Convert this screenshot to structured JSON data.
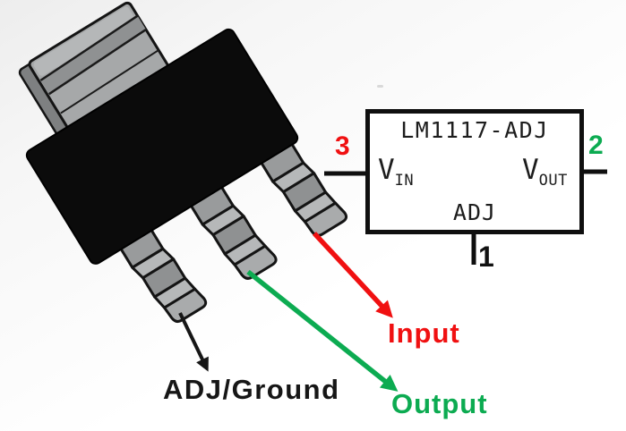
{
  "labels": {
    "adj_ground": "ADJ/Ground",
    "input": "Input",
    "output": "Output"
  },
  "schematic": {
    "title": "LM1117-ADJ",
    "pins": [
      {
        "number": "1",
        "label": "ADJ"
      },
      {
        "number": "2",
        "label_main": "V",
        "label_sub": "OUT"
      },
      {
        "number": "3",
        "label_main": "V",
        "label_sub": "IN"
      }
    ]
  },
  "colors": {
    "input_red": "#f01011",
    "output_green": "#0cab51",
    "label_black": "#161616",
    "chip_body": "#0b0b0b",
    "lead_gray": "#a6a8a9"
  }
}
